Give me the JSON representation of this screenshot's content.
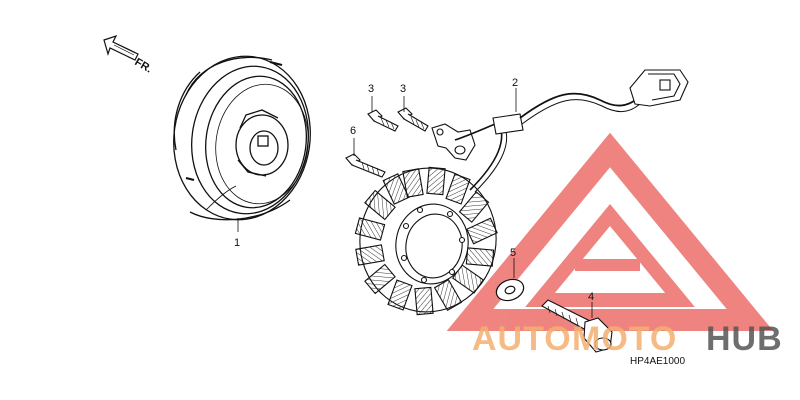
{
  "diagram": {
    "direction_label": "FR.",
    "drawing_code": "HP4AE1000",
    "callouts": [
      {
        "id": "callout-1",
        "text": "1"
      },
      {
        "id": "callout-2",
        "text": "2"
      },
      {
        "id": "callout-3a",
        "text": "3"
      },
      {
        "id": "callout-3b",
        "text": "3"
      },
      {
        "id": "callout-4",
        "text": "4"
      },
      {
        "id": "callout-5",
        "text": "5"
      },
      {
        "id": "callout-6",
        "text": "6"
      }
    ]
  },
  "watermark": {
    "brand_part1": "AUTO",
    "brand_part2": "MOTO",
    "brand_part3": "HUB",
    "colors": {
      "orange": "#f5b070",
      "dark": "#555555",
      "red": "#e8504a"
    }
  }
}
